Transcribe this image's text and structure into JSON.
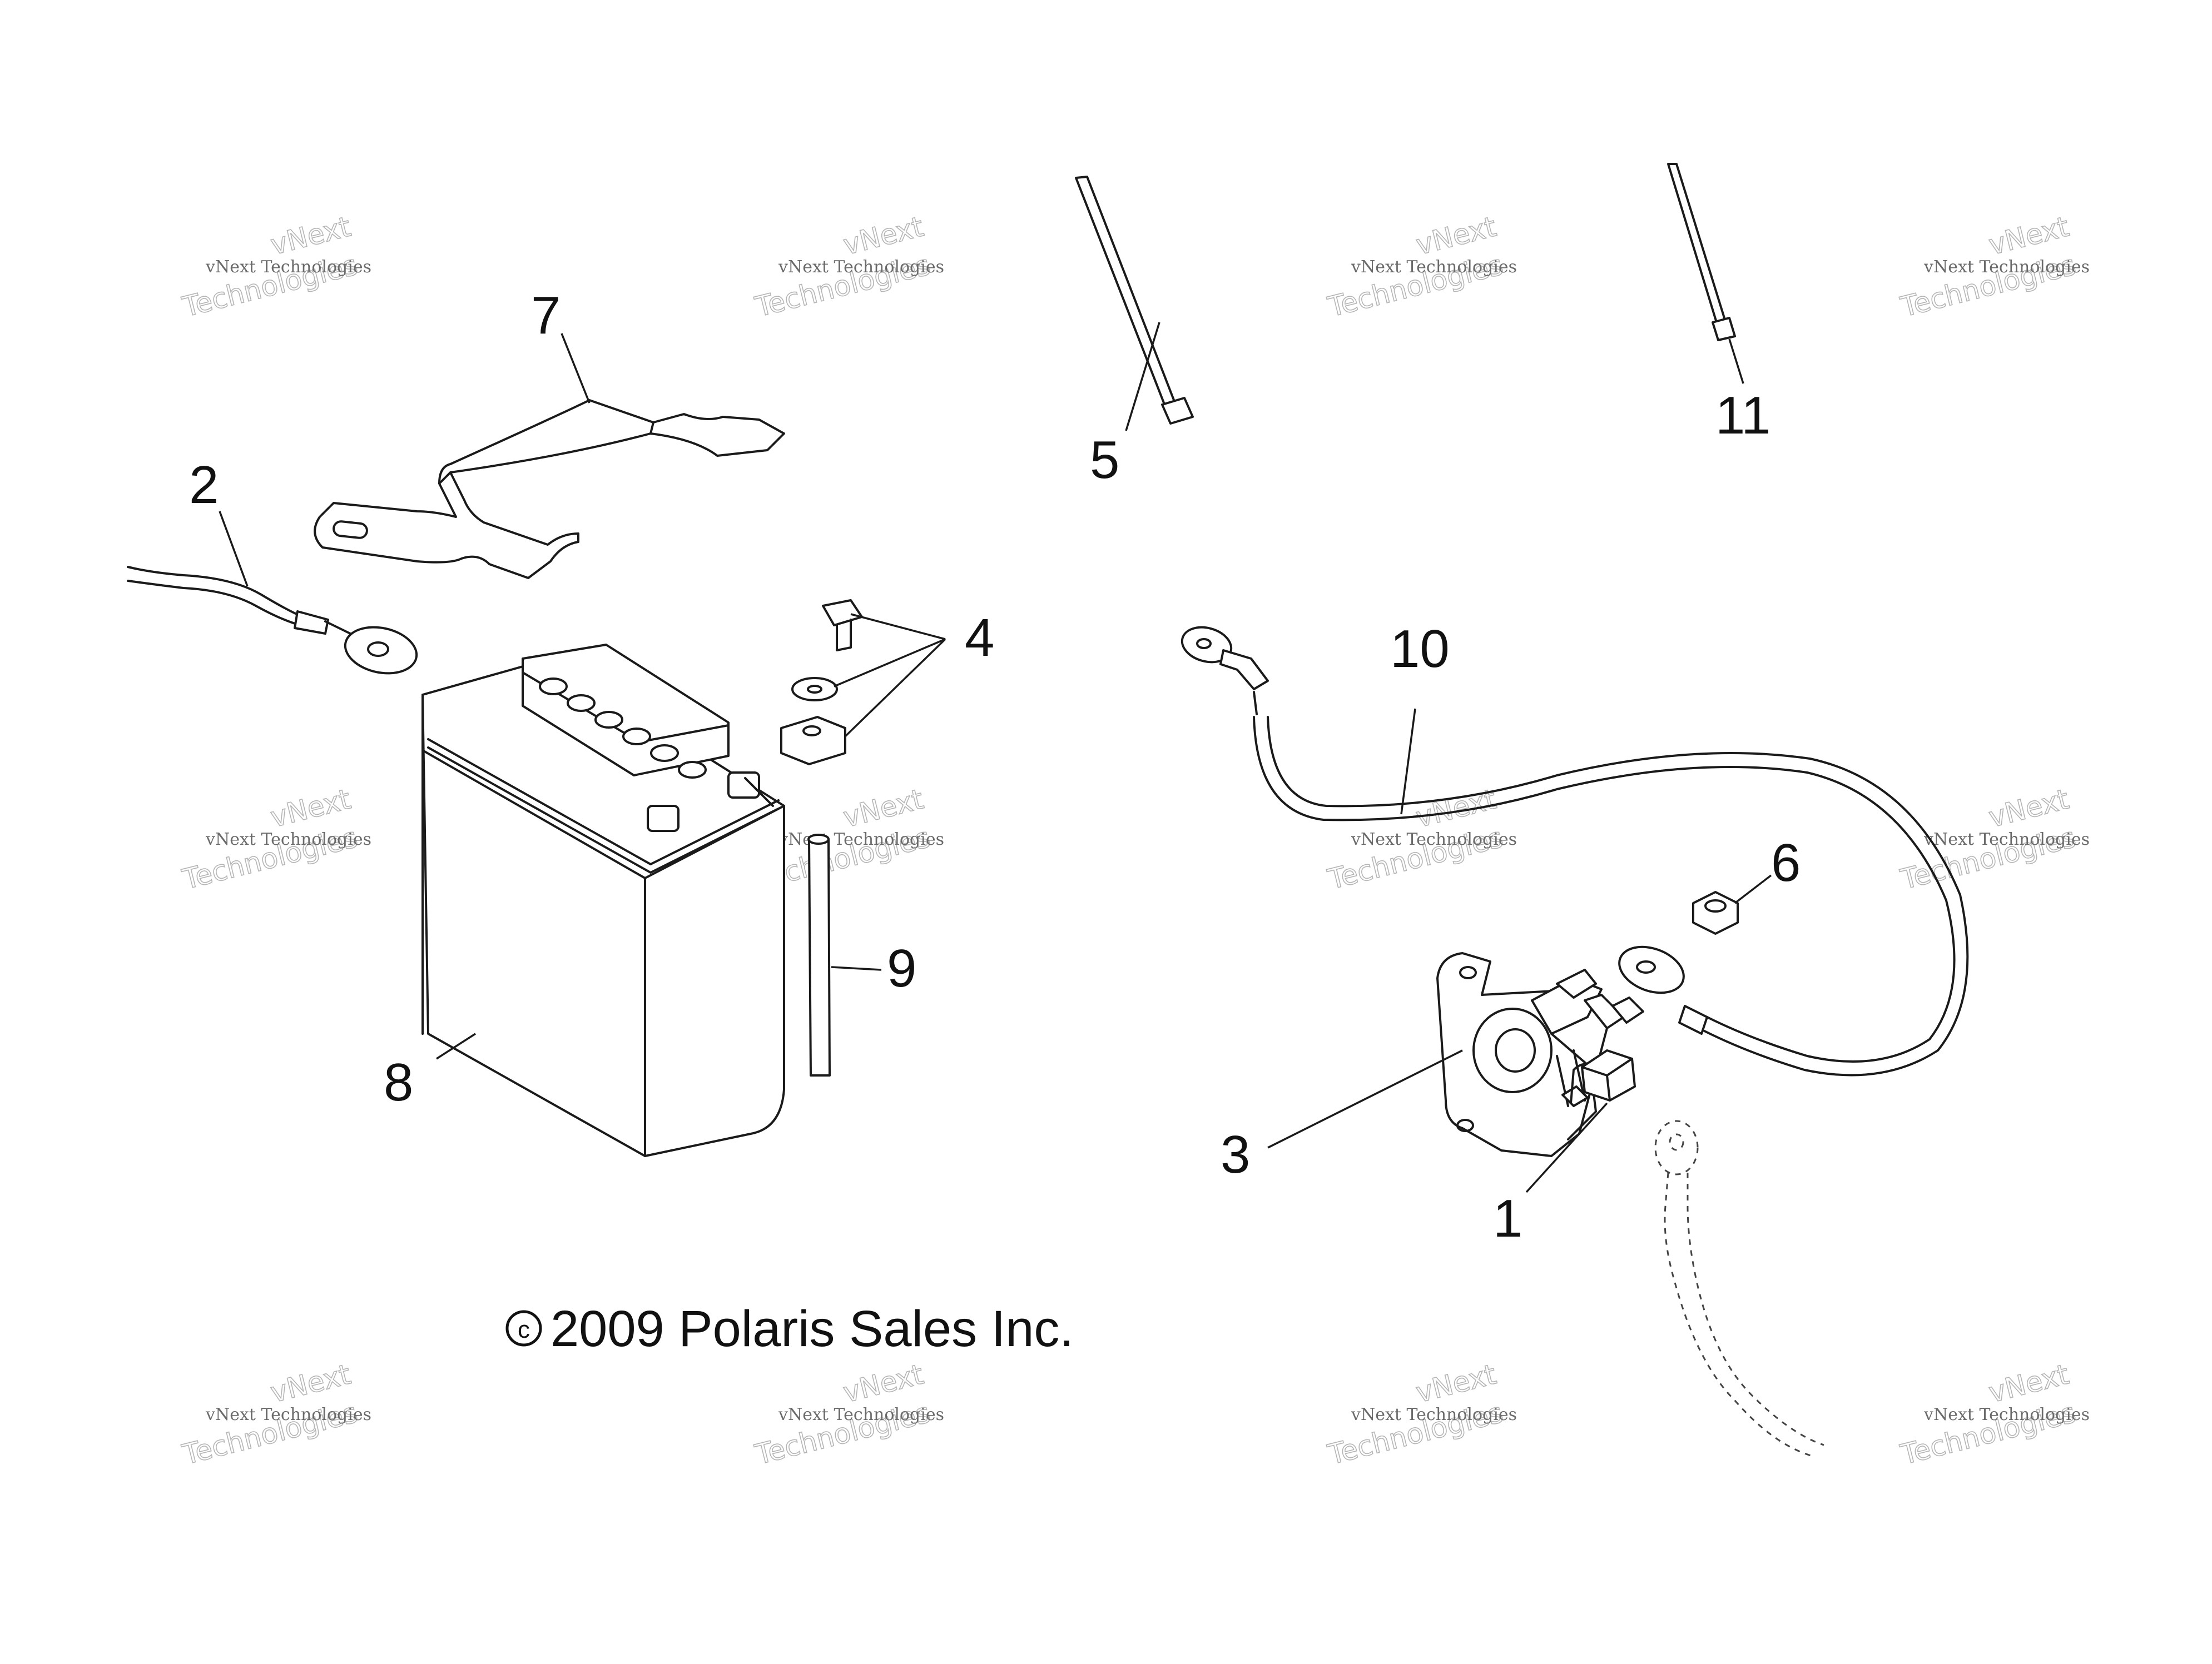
{
  "copyright": "2009 Polaris Sales Inc.",
  "callouts": [
    {
      "id": "1",
      "label": "1"
    },
    {
      "id": "2",
      "label": "2"
    },
    {
      "id": "3",
      "label": "3"
    },
    {
      "id": "4",
      "label": "4"
    },
    {
      "id": "5",
      "label": "5"
    },
    {
      "id": "6",
      "label": "6"
    },
    {
      "id": "7",
      "label": "7"
    },
    {
      "id": "8",
      "label": "8"
    },
    {
      "id": "9",
      "label": "9"
    },
    {
      "id": "10",
      "label": "10"
    },
    {
      "id": "11",
      "label": "11"
    }
  ],
  "watermark": {
    "small_text": "vNext Technologies",
    "line1": "vNext",
    "line2": "Technologies"
  },
  "colors": {
    "line": "#1a1a1a",
    "watermark": "#b5b5b5",
    "background": "#ffffff"
  }
}
